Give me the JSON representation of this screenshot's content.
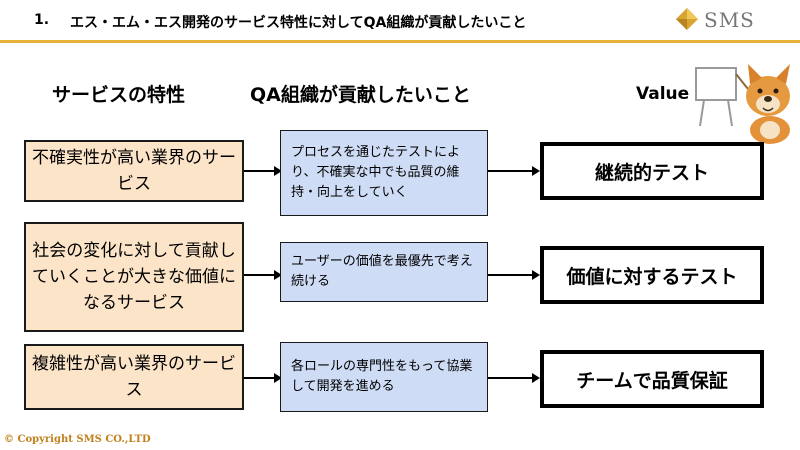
{
  "header": {
    "number": "1.",
    "title": "エス・エム・エス開発のサービス特性に対してQA組織が貢献したいこと",
    "logo_text": "SMS",
    "accent_color": "#e8b23a"
  },
  "columns": {
    "service_traits": "サービスの特性",
    "qa_contribution": "QA組織が貢献したいこと",
    "value": "Value"
  },
  "rows": [
    {
      "trait": "不確実性が高い業界のサービス",
      "qa": "プロセスを通じたテストにより、不確実な中でも品質の維持・向上をしていく",
      "value": "継続的テスト"
    },
    {
      "trait": "社会の変化に対して貢献していくことが大きな価値になるサービス",
      "qa": "ユーザーの価値を最優先で考え続ける",
      "value": "価値に対するテスト"
    },
    {
      "trait": "複雑性が高い業界のサービス",
      "qa": "各ロールの専門性をもって協業して開発を進める",
      "value": "チームで品質保証"
    }
  ],
  "footer": {
    "copyright": "© Copyright SMS CO.,LTD"
  },
  "icons": {
    "logo": "gold-diamond-icon",
    "mascot": "dog-mascot-with-whiteboard-icon",
    "arrow": "right-arrow-icon"
  }
}
